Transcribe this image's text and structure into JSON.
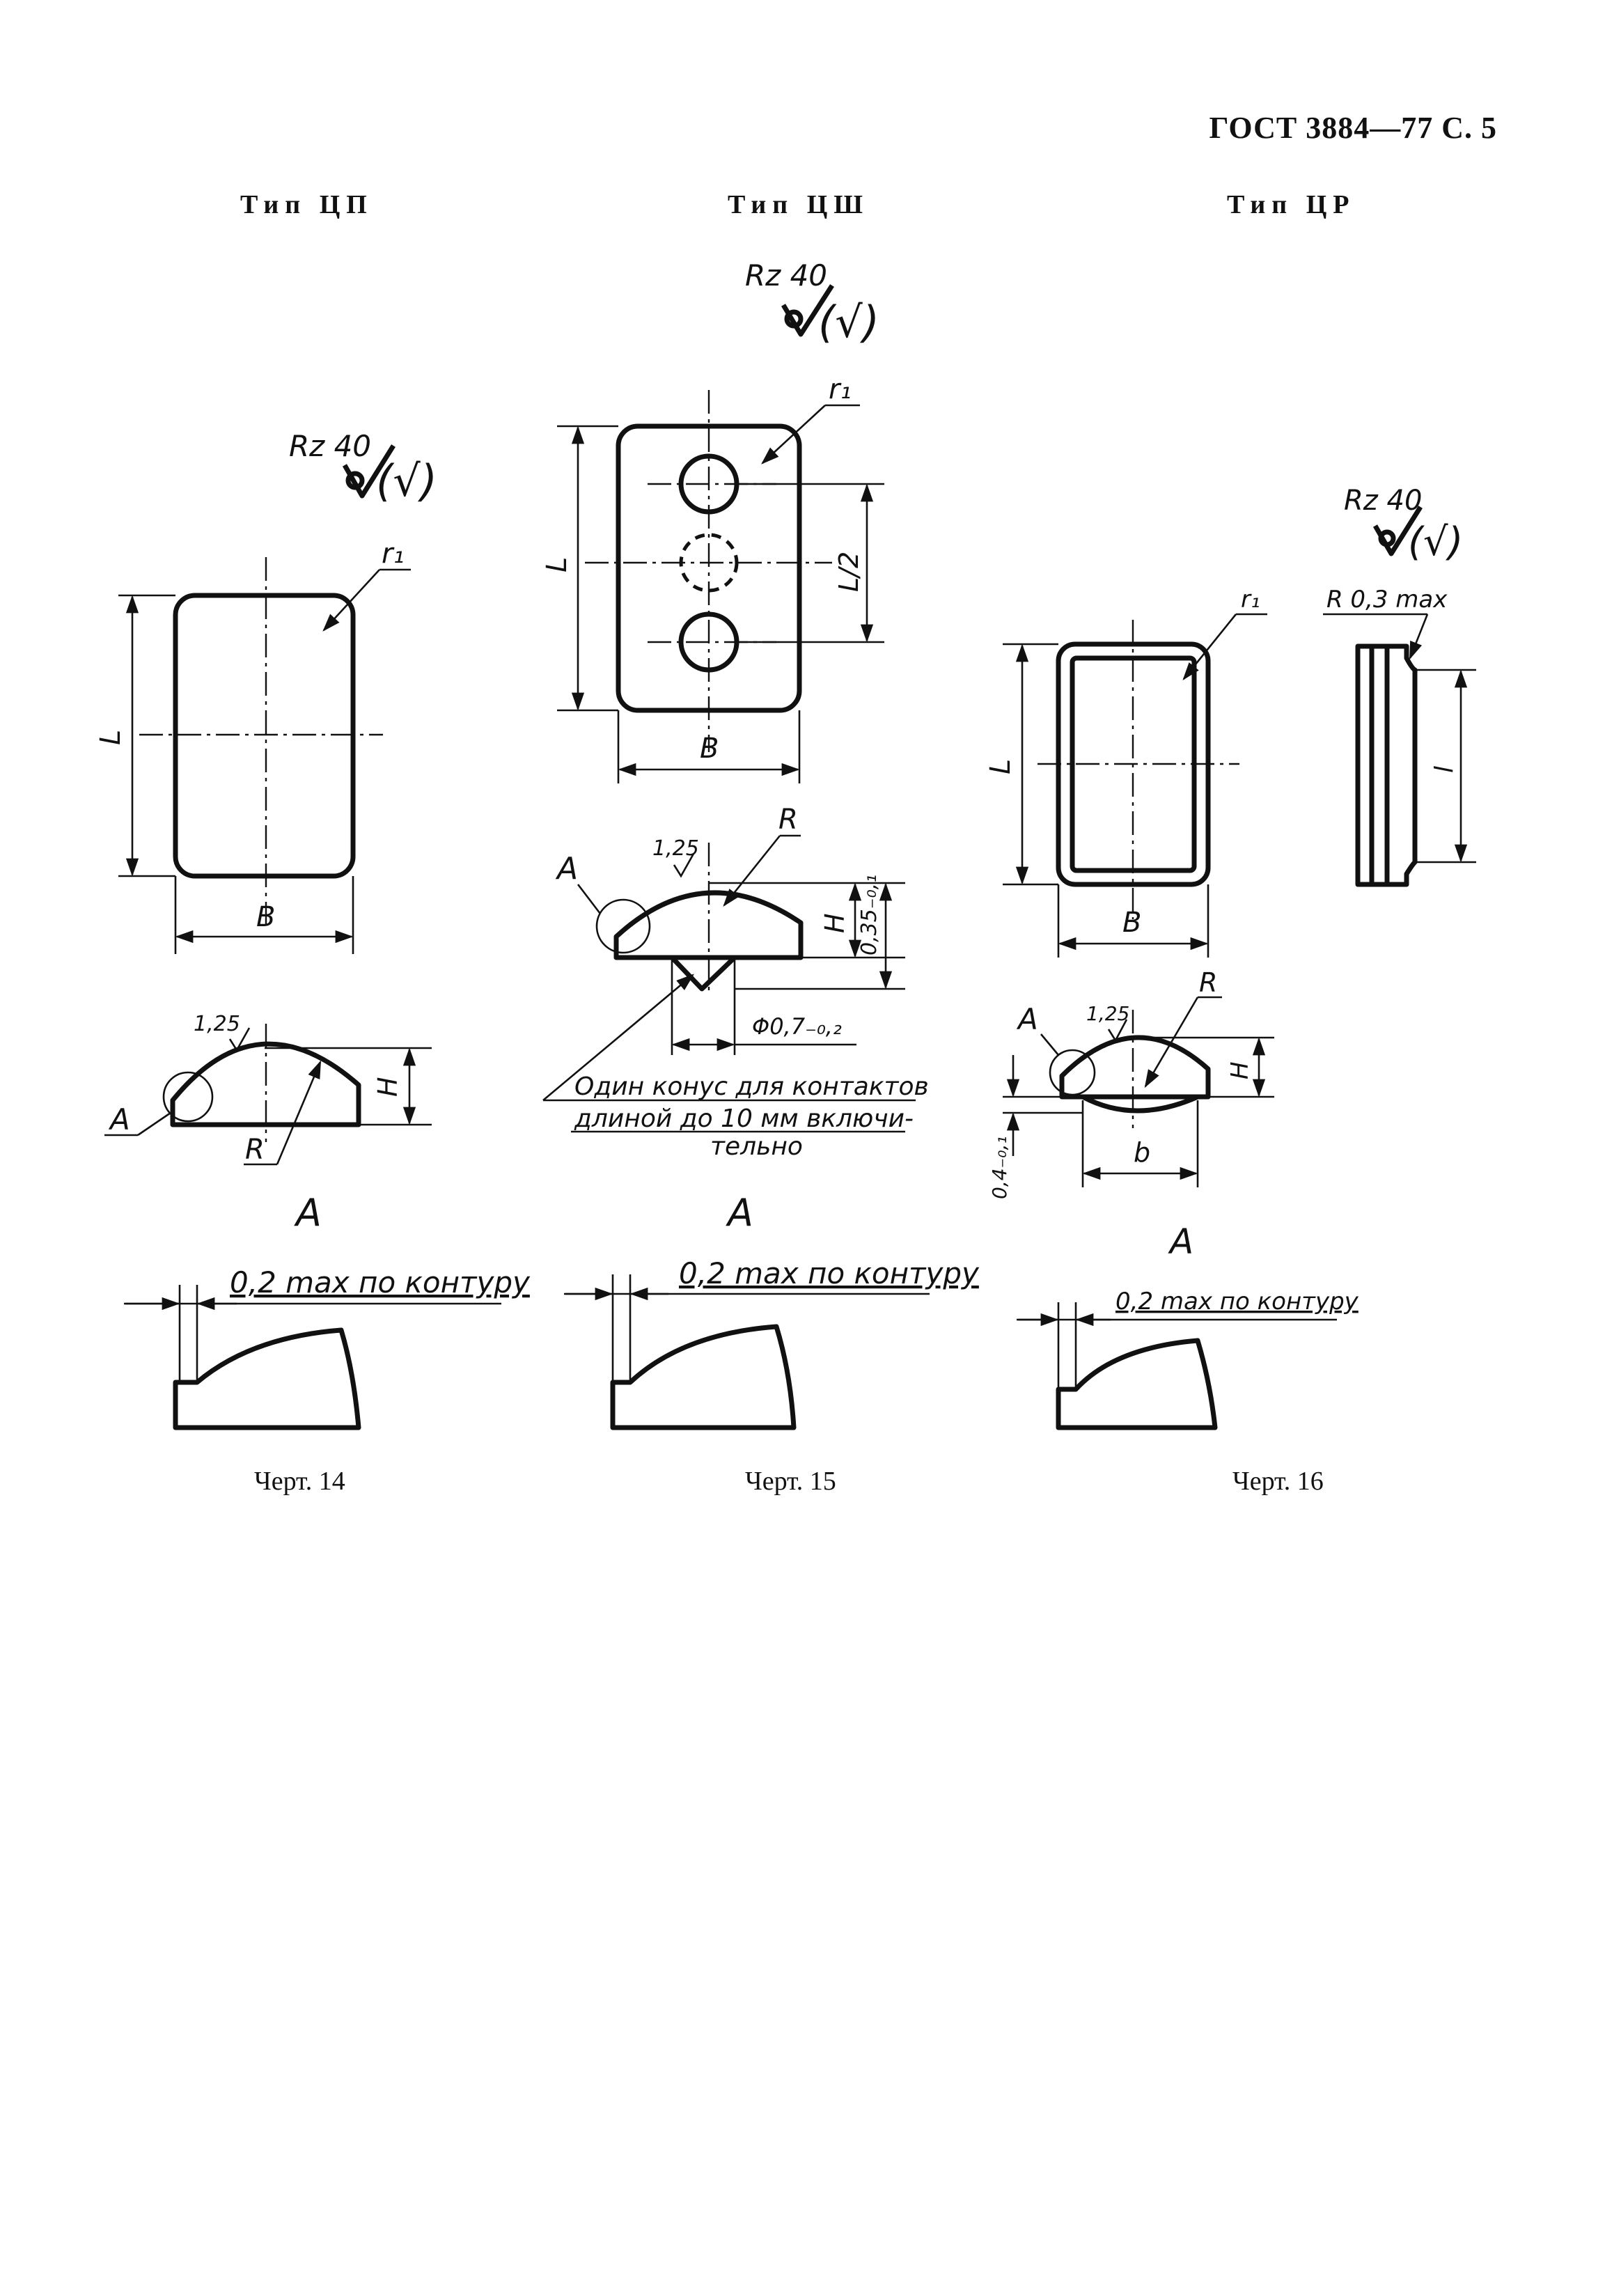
{
  "page": {
    "header": "ГОСТ 3884—77 С. 5"
  },
  "figures": [
    {
      "type_label": "Тип ЦП",
      "caption": "Черт. 14",
      "roughness": "Rz 40",
      "roughness_paren": "(√)",
      "roughness_small": "1,25",
      "dims": {
        "radius": "r₁",
        "length": "L",
        "width": "B",
        "height": "H",
        "arc_radius": "R"
      },
      "view_marker": "A",
      "detail_title": "A",
      "detail_note": "0,2 max по контуру"
    },
    {
      "type_label": "Тип ЦШ",
      "caption": "Черт. 15",
      "roughness": "Rz 40",
      "roughness_paren": "(√)",
      "roughness_small": "1,25",
      "dims": {
        "radius": "r₁",
        "length": "L",
        "half_length": "L/2",
        "width": "B",
        "height": "H",
        "arc_radius": "R",
        "cone_height": "0,35₋₀,₁",
        "cone_diameter": "Φ0,7₋₀,₂"
      },
      "note_lines": [
        "Один конус для контактов",
        "длиной до 10 мм включи-",
        "тельно"
      ],
      "view_marker": "A",
      "detail_title": "A",
      "detail_note": "0,2 max  по контуру"
    },
    {
      "type_label": "Тип ЦР",
      "caption": "Черт. 16",
      "roughness": "Rz 40",
      "roughness_paren": "(√)",
      "roughness_small": "1,25",
      "dims": {
        "radius": "r₁",
        "length": "L",
        "width": "B",
        "height": "H",
        "arc_radius": "R",
        "groove_width": "b",
        "groove_depth": "0,4₋₀,₁",
        "side_radius": "R 0,3 max",
        "side_length": "l"
      },
      "view_marker": "A",
      "detail_title": "A",
      "detail_note": "0,2 max по контуру"
    }
  ]
}
